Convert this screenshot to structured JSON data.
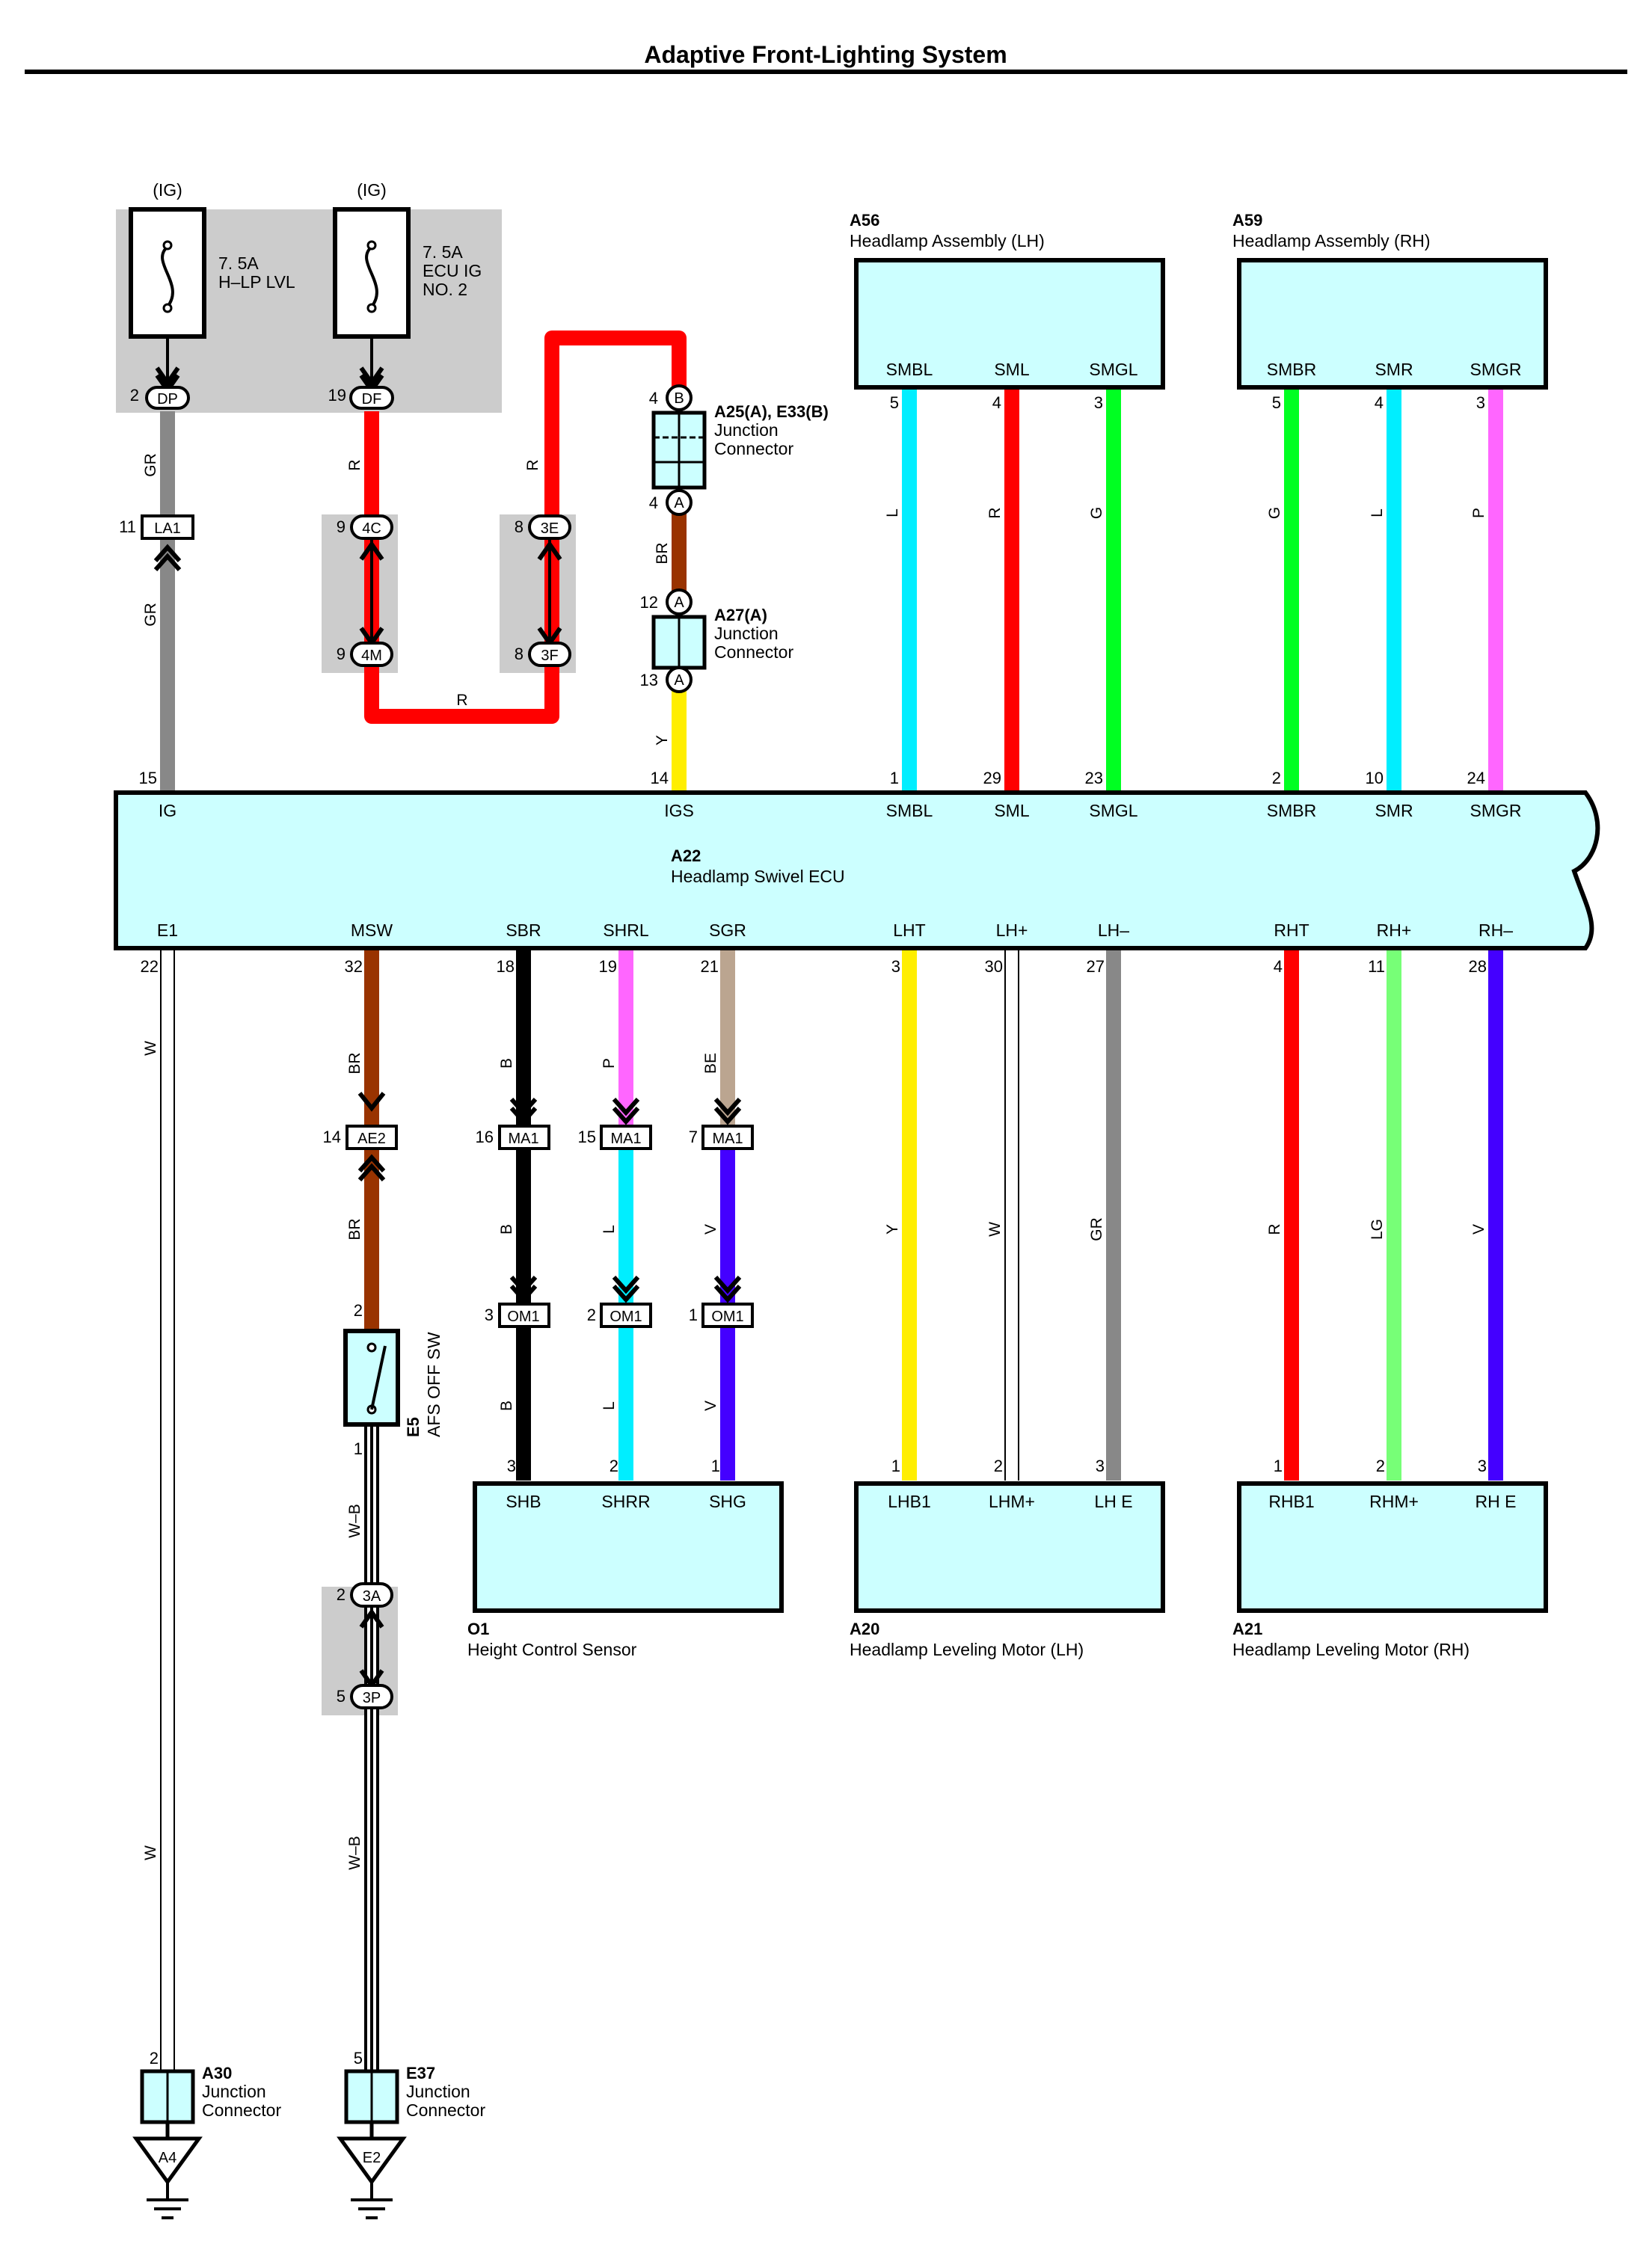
{
  "title": "Adaptive Front-Lighting System",
  "colors": {
    "R": "#ff0000",
    "GR": "#888888",
    "BR": "#993300",
    "Y": "#ffee00",
    "L": "#00eeff",
    "G": "#00ff22",
    "P": "#ff66ff",
    "B": "#000000",
    "BE": "#bba590",
    "V": "#4400ff",
    "LG": "#77ff77",
    "component": "#ccffff",
    "shade": "#cccccc"
  },
  "fuses": [
    {
      "source": "(IG)",
      "label1": "7. 5A",
      "label2": "H–LP LVL",
      "label3": "",
      "pin": "2",
      "conn": "DP"
    },
    {
      "source": "(IG)",
      "label1": "7. 5A",
      "label2": "ECU IG",
      "label3": "NO. 2",
      "pin": "19",
      "conn": "DF"
    }
  ],
  "junction_a25": {
    "code": "A25(A), E33(B)",
    "line1": "Junction",
    "line2": "Connector",
    "top_pin": "4",
    "top_conn": "B",
    "bottom_pin": "4",
    "bottom_conn": "A"
  },
  "junction_a27": {
    "code": "A27(A)",
    "line1": "Junction",
    "line2": "Connector",
    "top_pin": "12",
    "top_conn": "A",
    "bottom_pin": "13",
    "bottom_conn": "A"
  },
  "inline": {
    "la1": {
      "pin": "11",
      "conn": "LA1"
    },
    "c4c": {
      "pin": "9",
      "conn": "4C"
    },
    "c4m": {
      "pin": "9",
      "conn": "4M"
    },
    "c3e": {
      "pin": "8",
      "conn": "3E"
    },
    "c3f": {
      "pin": "8",
      "conn": "3F"
    },
    "ae2": {
      "pin": "14",
      "conn": "AE2"
    },
    "ma1a": {
      "pin": "16",
      "conn": "MA1"
    },
    "ma1b": {
      "pin": "15",
      "conn": "MA1"
    },
    "ma1c": {
      "pin": "7",
      "conn": "MA1"
    },
    "om1a": {
      "pin": "3",
      "conn": "OM1"
    },
    "om1b": {
      "pin": "2",
      "conn": "OM1"
    },
    "om1c": {
      "pin": "1",
      "conn": "OM1"
    },
    "c3a": {
      "pin": "2",
      "conn": "3A"
    },
    "c3p": {
      "pin": "5",
      "conn": "3P"
    }
  },
  "wire_labels": {
    "gr1": "GR",
    "gr2": "GR",
    "r1": "R",
    "r2": "R",
    "r3": "R",
    "br1": "BR",
    "y1": "Y",
    "l1": "L",
    "r4": "R",
    "g1": "G",
    "g2": "G",
    "l2": "L",
    "p1": "P",
    "w1": "W",
    "w2": "W",
    "br2": "BR",
    "br3": "BR",
    "b1": "B",
    "p2": "P",
    "be1": "BE",
    "b2": "B",
    "l3": "L",
    "v1": "V",
    "b3": "B",
    "l4": "L",
    "v2": "V",
    "y2": "Y",
    "w3": "W",
    "gr3": "GR",
    "r5": "R",
    "lg1": "LG",
    "v3": "V",
    "wb1": "W–B",
    "wb2": "W–B"
  },
  "a56": {
    "code": "A56",
    "name": "Headlamp Assembly (LH)",
    "terms": [
      "SMBL",
      "SML",
      "SMGL"
    ],
    "pins": [
      "5",
      "4",
      "3"
    ]
  },
  "a59": {
    "code": "A59",
    "name": "Headlamp Assembly (RH)",
    "terms": [
      "SMBR",
      "SMR",
      "SMGR"
    ],
    "pins": [
      "5",
      "4",
      "3"
    ]
  },
  "ecu": {
    "code": "A22",
    "name": "Headlamp Swivel ECU",
    "top_terms": [
      "IG",
      "IGS",
      "SMBL",
      "SML",
      "SMGL",
      "SMBR",
      "SMR",
      "SMGR"
    ],
    "top_pins": [
      "15",
      "14",
      "1",
      "29",
      "23",
      "2",
      "10",
      "24"
    ],
    "bottom_terms": [
      "E1",
      "MSW",
      "SBR",
      "SHRL",
      "SGR",
      "LHT",
      "LH+",
      "LH–",
      "RHT",
      "RH+",
      "RH–"
    ],
    "bottom_pins": [
      "22",
      "32",
      "18",
      "19",
      "21",
      "3",
      "30",
      "27",
      "4",
      "11",
      "28"
    ]
  },
  "o1": {
    "code": "O1",
    "name": "Height Control Sensor",
    "terms": [
      "SHB",
      "SHRR",
      "SHG"
    ],
    "pins": [
      "3",
      "2",
      "1"
    ]
  },
  "a20": {
    "code": "A20",
    "name": "Headlamp Leveling Motor (LH)",
    "terms": [
      "LHB1",
      "LHM+",
      "LH E"
    ],
    "pins": [
      "1",
      "2",
      "3"
    ]
  },
  "a21": {
    "code": "A21",
    "name": "Headlamp Leveling Motor (RH)",
    "terms": [
      "RHB1",
      "RHM+",
      "RH E"
    ],
    "pins": [
      "1",
      "2",
      "3"
    ]
  },
  "switch_e5": {
    "code": "E5",
    "name": "AFS OFF SW",
    "top_pin": "2",
    "bottom_pin": "1"
  },
  "a30": {
    "code": "A30",
    "line1": "Junction",
    "line2": "Connector",
    "pin": "2",
    "ground": "A4"
  },
  "e37": {
    "code": "E37",
    "line1": "Junction",
    "line2": "Connector",
    "pin": "5",
    "ground": "E2"
  }
}
